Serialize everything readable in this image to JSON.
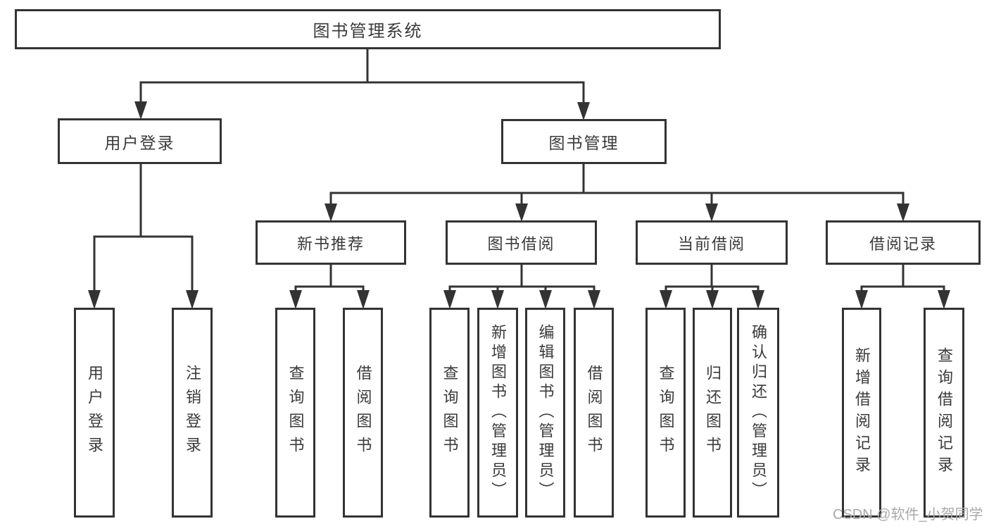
{
  "root": {
    "label": "图书管理系统"
  },
  "groups": {
    "user_login": {
      "label": "用户登录",
      "children": [
        "用户登录",
        "注销登录"
      ]
    },
    "book_mgmt": {
      "label": "图书管理"
    },
    "new_books": {
      "label": "新书推荐",
      "children": [
        "查询图书",
        "借阅图书"
      ]
    },
    "book_borrow": {
      "label": "图书借阅",
      "children": [
        "查询图书",
        "新增图书（管理员）",
        "编辑图书（管理员）",
        "借阅图书"
      ]
    },
    "current_borrow": {
      "label": "当前借阅",
      "children": [
        "查询图书",
        "归还图书",
        "确认归还（管理员）"
      ]
    },
    "borrow_records": {
      "label": "借阅记录",
      "children": [
        "新增借阅记录",
        "查询借阅记录"
      ]
    }
  },
  "watermark": "CSDN @软件_小贺同学",
  "colors": {
    "line": "#333333",
    "box_border": "#333333",
    "text": "#3a3a3a",
    "watermark": "#a9a9ad",
    "background": "#ffffff"
  }
}
